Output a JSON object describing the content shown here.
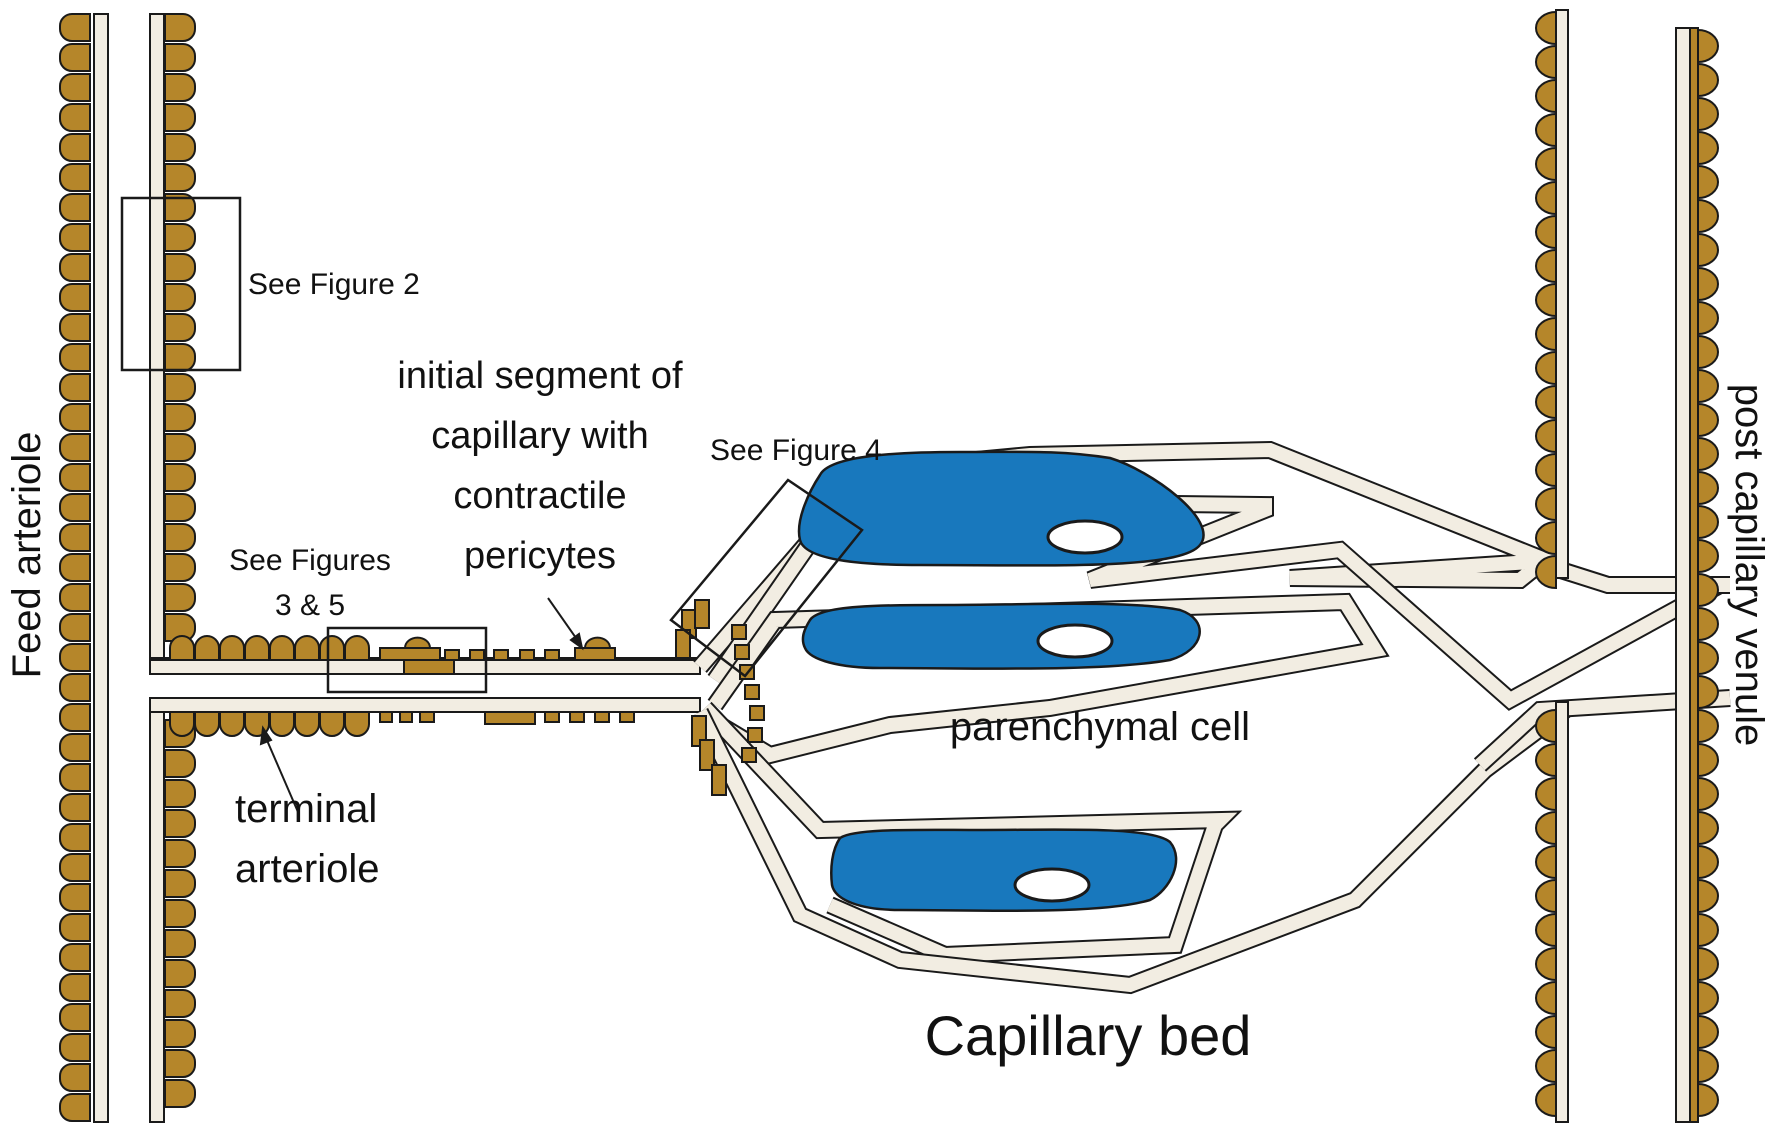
{
  "labels": {
    "feed_arteriole": "Feed arteriole",
    "see_fig2": "See Figure 2",
    "initial_segment": [
      "initial segment of",
      "capillary with",
      "contractile",
      "pericytes"
    ],
    "see_fig4": "See Figure 4",
    "see_fig35": [
      "See Figures",
      "3 & 5"
    ],
    "terminal_arteriole": [
      "terminal",
      "arteriole"
    ],
    "parenchymal_cell": "parenchymal cell",
    "capillary_bed": "Capillary bed",
    "post_capillary_venule": "post capillary venule"
  },
  "colors": {
    "smooth_muscle": "#b5862a",
    "vessel_wall": "#f2ede2",
    "cell_body": "#1878bd",
    "nucleus": "#ffffff",
    "outline": "#1a1a1a"
  }
}
